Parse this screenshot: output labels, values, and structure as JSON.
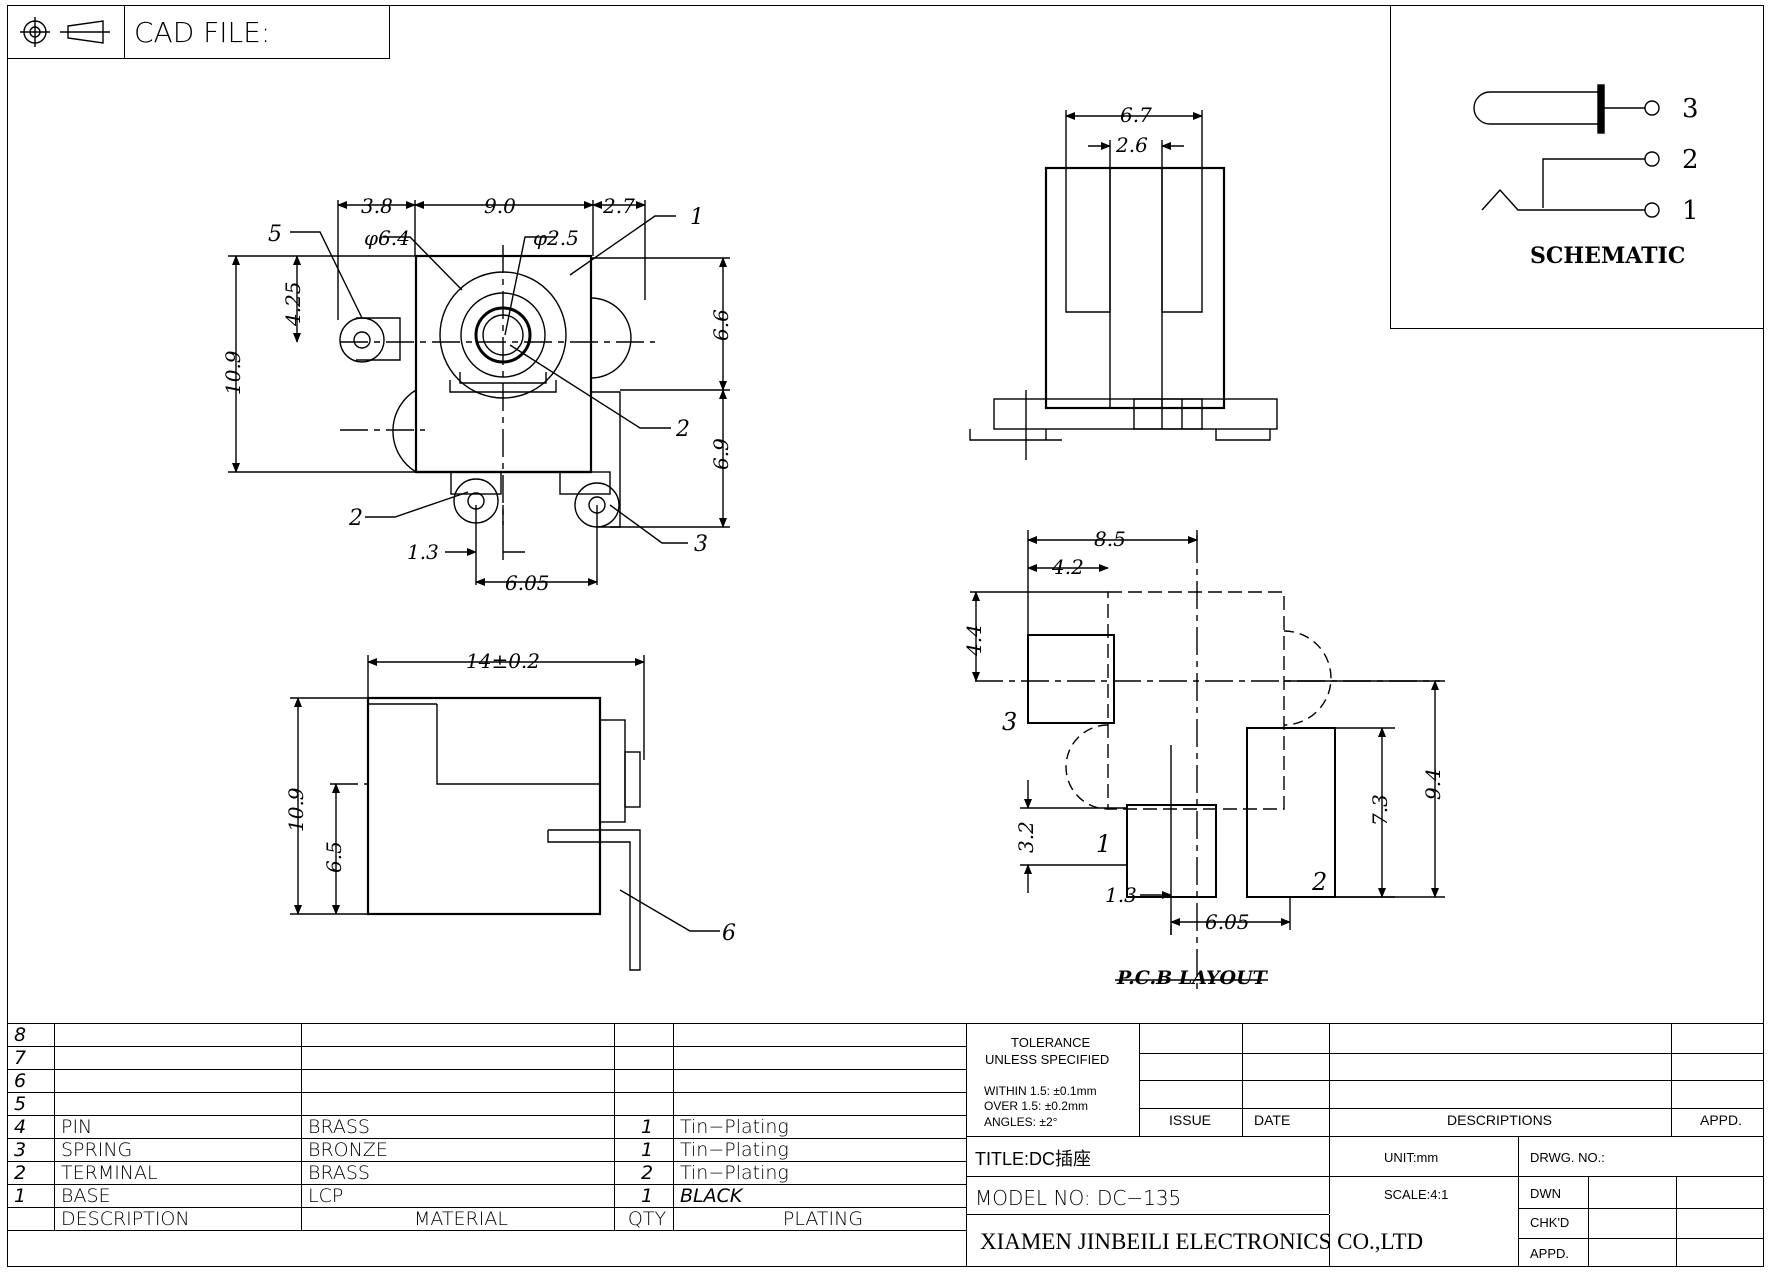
{
  "header": {
    "cad_label": "CAD FILE:"
  },
  "schematic": {
    "title": "SCHEMATIC",
    "pins": [
      "3",
      "2",
      "1"
    ]
  },
  "dims": {
    "top": {
      "d1": "3.8",
      "d2": "9.0",
      "d3": "2.7",
      "phi64": "φ6.4",
      "phi25": "φ2.5",
      "h425": "4.25",
      "h109": "10.9",
      "h66": "6.6",
      "h69": "6.9",
      "w13": "1.3",
      "w605": "6.05"
    },
    "side": {
      "w14": "14±0.2",
      "h109": "10.9",
      "h65": "6.5"
    },
    "front": {
      "w67": "6.7",
      "w26": "2.6"
    },
    "pcb": {
      "w85": "8.5",
      "w42": "4.2",
      "h44": "4.4",
      "h32": "3.2",
      "h73": "7.3",
      "h94": "9.4",
      "w13": "1.3",
      "w605": "6.05",
      "title": "P.C.B LAYOUT"
    }
  },
  "callouts": {
    "c1": "1",
    "c2": "2",
    "c3": "3",
    "c5": "5",
    "c6": "6",
    "p1": "1",
    "p2": "2",
    "p3": "3"
  },
  "bom": {
    "rows": [
      {
        "no": "8",
        "desc": "",
        "mat": "",
        "qty": "",
        "plating": ""
      },
      {
        "no": "7",
        "desc": "",
        "mat": "",
        "qty": "",
        "plating": ""
      },
      {
        "no": "6",
        "desc": "",
        "mat": "",
        "qty": "",
        "plating": ""
      },
      {
        "no": "5",
        "desc": "",
        "mat": "",
        "qty": "",
        "plating": ""
      },
      {
        "no": "4",
        "desc": "PIN",
        "mat": "BRASS",
        "qty": "1",
        "plating": "Tin−Plating"
      },
      {
        "no": "3",
        "desc": "SPRING",
        "mat": "BRONZE",
        "qty": "1",
        "plating": "Tin−Plating"
      },
      {
        "no": "2",
        "desc": "TERMINAL",
        "mat": "BRASS",
        "qty": "2",
        "plating": "Tin−Plating"
      },
      {
        "no": "1",
        "desc": "BASE",
        "mat": "LCP",
        "qty": "1",
        "plating": "BLACK"
      }
    ],
    "headers": {
      "desc": "DESCRIPTION",
      "mat": "MATERIAL",
      "qty": "QTY",
      "plating": "PLATING"
    }
  },
  "title_block": {
    "tolerance1": "TOLERANCE",
    "tolerance2": "UNLESS SPECIFIED",
    "within": "WITHIN 1.5: ±0.1mm",
    "over": "OVER 1.5:  ±0.2mm",
    "angles": "ANGLES: ±2°",
    "issue": "ISSUE",
    "date": "DATE",
    "descriptions": "DESCRIPTIONS",
    "appd": "APPD.",
    "title": "TITLE:DC插座",
    "unit": "UNIT:mm",
    "drwg": "DRWG. NO.:",
    "model": "MODEL NO: DC−135",
    "scale": "SCALE:4:1",
    "dwn": "DWN",
    "chkd": "CHK'D",
    "appd2": "APPD.",
    "company": "XIAMEN JINBEILI ELECTRONICS CO.,LTD"
  }
}
